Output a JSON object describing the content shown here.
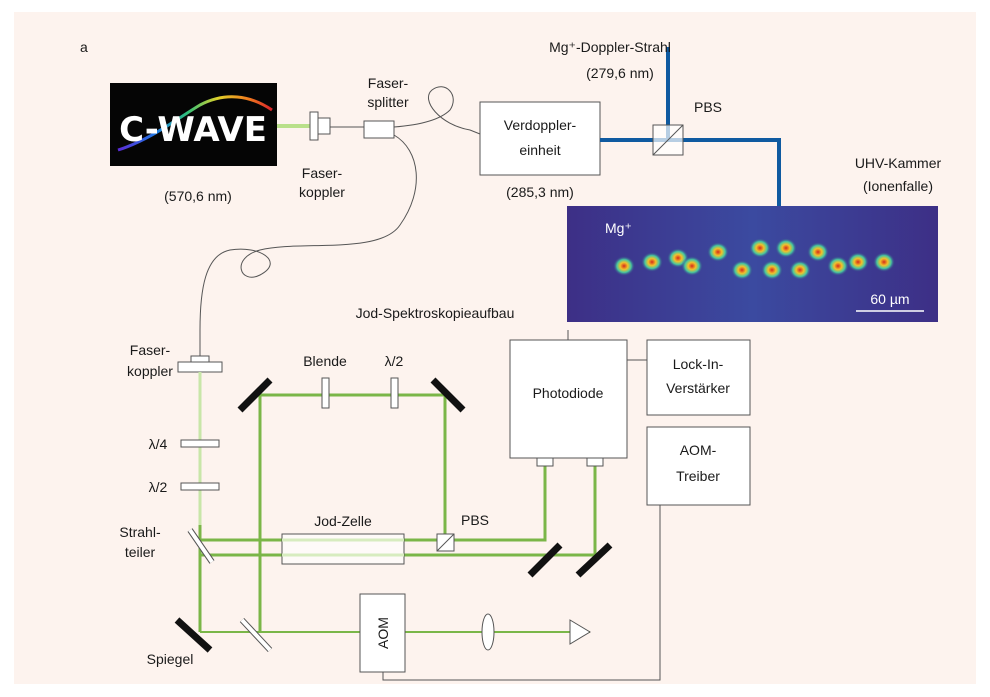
{
  "panel_letter": "a",
  "logo": {
    "text": "C-WAVE",
    "wavelength": "(570,6 nm)"
  },
  "fiber_coupler_top": [
    "Faser-",
    "koppler"
  ],
  "fiber_splitter": [
    "Faser-",
    "splitter"
  ],
  "doubler": {
    "lines": [
      "Verdoppler-",
      "einheit"
    ],
    "wavelength": "(285,3 nm)"
  },
  "doppler_beam": {
    "line1": "Mg⁺-Doppler-Strahl",
    "line2": "(279,6 nm)"
  },
  "pbs_top": "PBS",
  "uhv": [
    "UHV-Kammer",
    "(Ionenfalle)"
  ],
  "ion_image": {
    "label": "Mg⁺",
    "scale": "60 µm"
  },
  "setup_title": "Jod-Spektroskopieaufbau",
  "fiber_coupler_left": [
    "Faser-",
    "koppler"
  ],
  "lambda4": "λ/4",
  "lambda2_left": "λ/2",
  "blende": "Blende",
  "lambda2_top": "λ/2",
  "photodiode": "Photodiode",
  "lockin": [
    "Lock-In-",
    "Verstärker"
  ],
  "aom_driver": [
    "AOM-",
    "Treiber"
  ],
  "iodine_cell": "Jod-Zelle",
  "pbs_bottom": "PBS",
  "beamsplitter": [
    "Strahl-",
    "teiler"
  ],
  "mirror_label": "Spiegel",
  "aom": "AOM",
  "colors": {
    "laser_green": "#7ab648",
    "uv_blue": "#0f5aa0",
    "background": "#fdf3ee",
    "ion_bg": "#3a3a8a"
  }
}
